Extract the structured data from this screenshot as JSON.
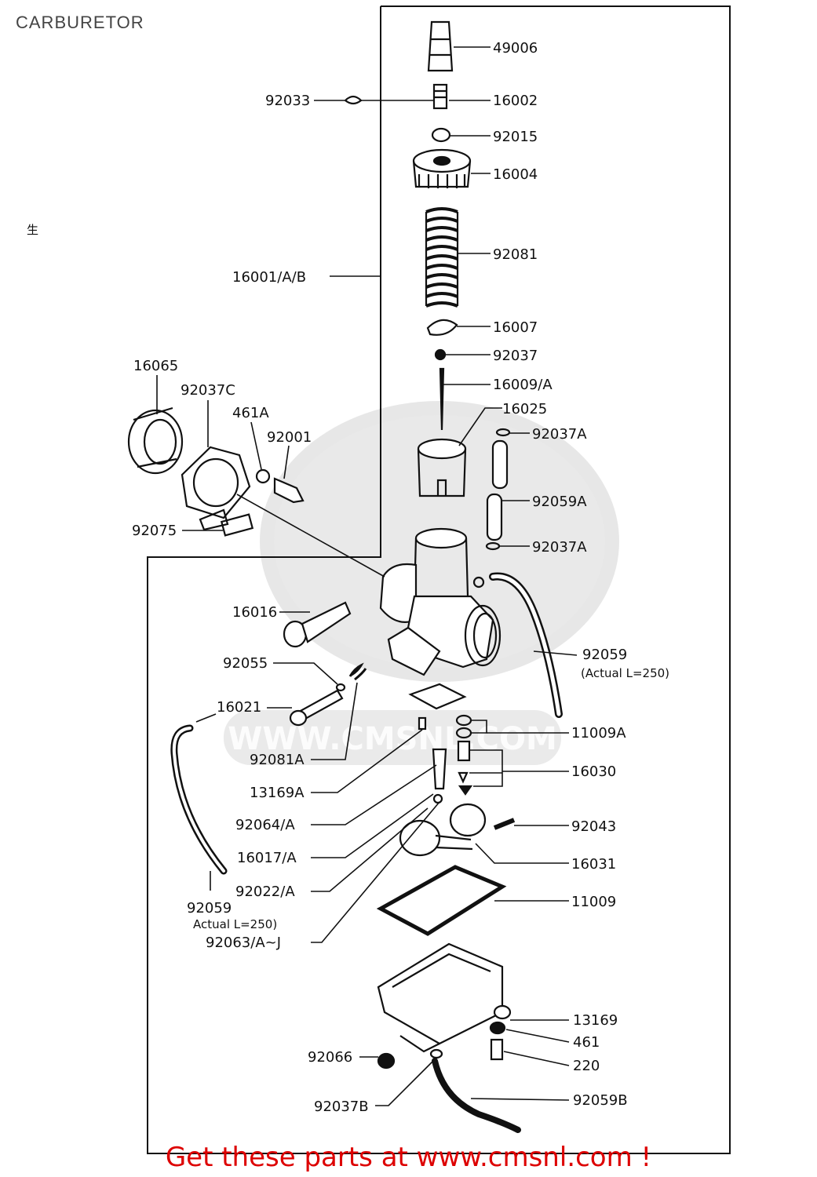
{
  "title": "CARBURETOR",
  "footer": "Get these parts at www.cmsnl.com !",
  "watermark": "WWW.CMSNL.COM",
  "labels": {
    "p49006": "49006",
    "p92033": "92033",
    "p16002": "16002",
    "p92015": "92015",
    "p16004": "16004",
    "p92081": "92081",
    "p16001": "16001/A/B",
    "p16007": "16007",
    "p92037": "92037",
    "p16009": "16009/A",
    "p16025": "16025",
    "p92037A_top": "92037A",
    "p92059A": "92059A",
    "p92037A_bot": "92037A",
    "p16065": "16065",
    "p92037C": "92037C",
    "p461A": "461A",
    "p92001": "92001",
    "p92075": "92075",
    "p16016": "16016",
    "p92059_right": "92059",
    "p92059_right_note": "(Actual L=250)",
    "p92055": "92055",
    "p16021": "16021",
    "p11009A": "11009A",
    "p92081A": "92081A",
    "p16030": "16030",
    "p13169A": "13169A",
    "p92043": "92043",
    "p92064": "92064/A",
    "p16031": "16031",
    "p16017": "16017/A",
    "p92022": "92022/A",
    "p11009": "11009",
    "p92059_left": "92059",
    "p92059_left_note": "Actual L=250)",
    "p92063": "92063/A~J",
    "p13169": "13169",
    "p461": "461",
    "p92066": "92066",
    "p220": "220",
    "p92037B": "92037B",
    "p92059B": "92059B",
    "stray1": "生"
  }
}
